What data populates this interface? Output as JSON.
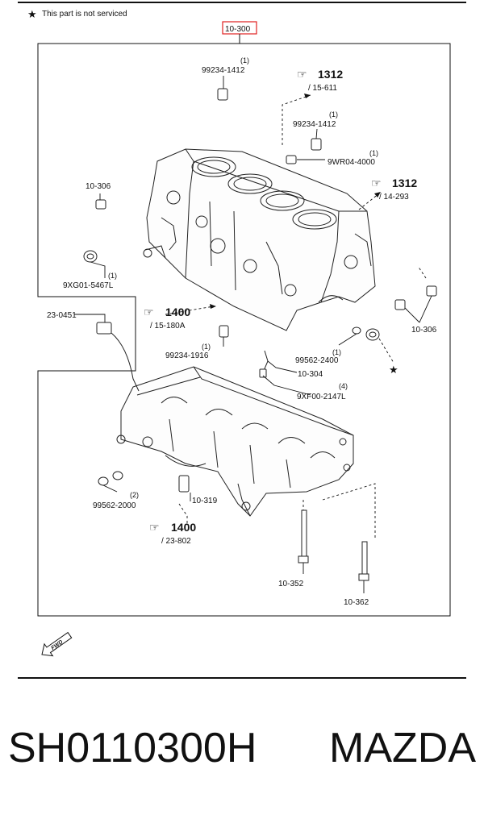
{
  "header": {
    "service_note": "This part is not serviced",
    "star_symbol": "★"
  },
  "diagram": {
    "main_part": "10-300",
    "main_part_color": "#e02020",
    "parts": [
      {
        "qty": "(1)",
        "code": "99234-1412"
      },
      {
        "qty": "(1)",
        "code": "99234-1412"
      },
      {
        "qty": "(1)",
        "code": "9WR04-4000"
      },
      {
        "qty": "",
        "code": "10-306"
      },
      {
        "qty": "(1)",
        "code": "9XG01-5467L"
      },
      {
        "qty": "",
        "code": "23-0451"
      },
      {
        "qty": "(1)",
        "code": "99234-1916"
      },
      {
        "qty": "",
        "code": "10-306"
      },
      {
        "qty": "(1)",
        "code": "99562-2400"
      },
      {
        "qty": "",
        "code": "10-304"
      },
      {
        "qty": "(4)",
        "code": "9XF00-2147L"
      },
      {
        "qty": "(2)",
        "code": "99562-2000"
      },
      {
        "qty": "",
        "code": "10-319"
      },
      {
        "qty": "",
        "code": "10-352"
      },
      {
        "qty": "",
        "code": "10-362"
      }
    ],
    "refs": [
      {
        "num": "1312",
        "page": "/ 15-611"
      },
      {
        "num": "1312",
        "page": "/ 14-293"
      },
      {
        "num": "1400",
        "page": "/ 15-180A"
      },
      {
        "num": "1400",
        "page": "/ 23-802"
      }
    ],
    "fwd_label": "FWD"
  },
  "footer": {
    "part_number": "SH0110300H",
    "brand": "MAZDA"
  }
}
